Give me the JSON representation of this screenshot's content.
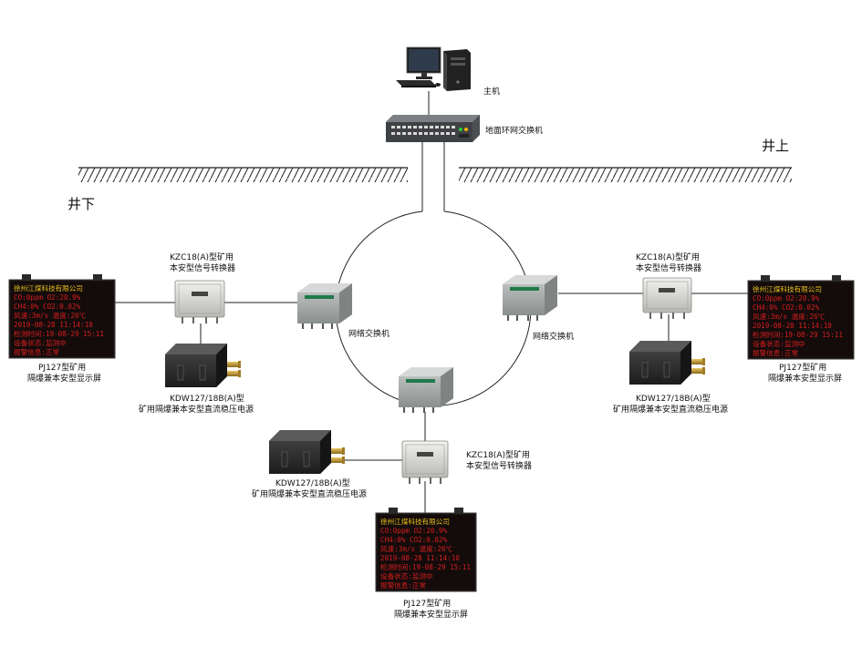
{
  "labels": {
    "host": "主机",
    "ground_switch": "地面环网交换机",
    "above_ground": "井上",
    "underground": "井下",
    "network_switch": "网络交换机",
    "converter_l1": "KZC18(A)型矿用",
    "converter_l2": "本安型信号转换器",
    "converter_bottom_l1": "KZC18(A)型矿用",
    "converter_bottom_l2": "本安型信号转换器",
    "power_l1": "KDW127/18B(A)型",
    "power_l2": "矿用隔爆兼本安型直流稳压电源",
    "display_l1": "PJ127型矿用",
    "display_l2": "隔爆兼本安型显示屏"
  },
  "display_lines": [
    "徐州江煤科技有限公司",
    "CO:0ppm    O2:20.9%",
    "CH4:0%     CO2:0.02%",
    "风速:3m/s   温度:26℃",
    "2019-08-28 11:14:10",
    "检测时间:19-08-29 15:11",
    "设备状态:监测中",
    "报警信息:正常"
  ],
  "colors": {
    "line": "#222222",
    "led_red": "#d81e1e",
    "led_yellow": "#e8c21b",
    "panel": "#1a1212",
    "steel": "#b9bcbc"
  }
}
